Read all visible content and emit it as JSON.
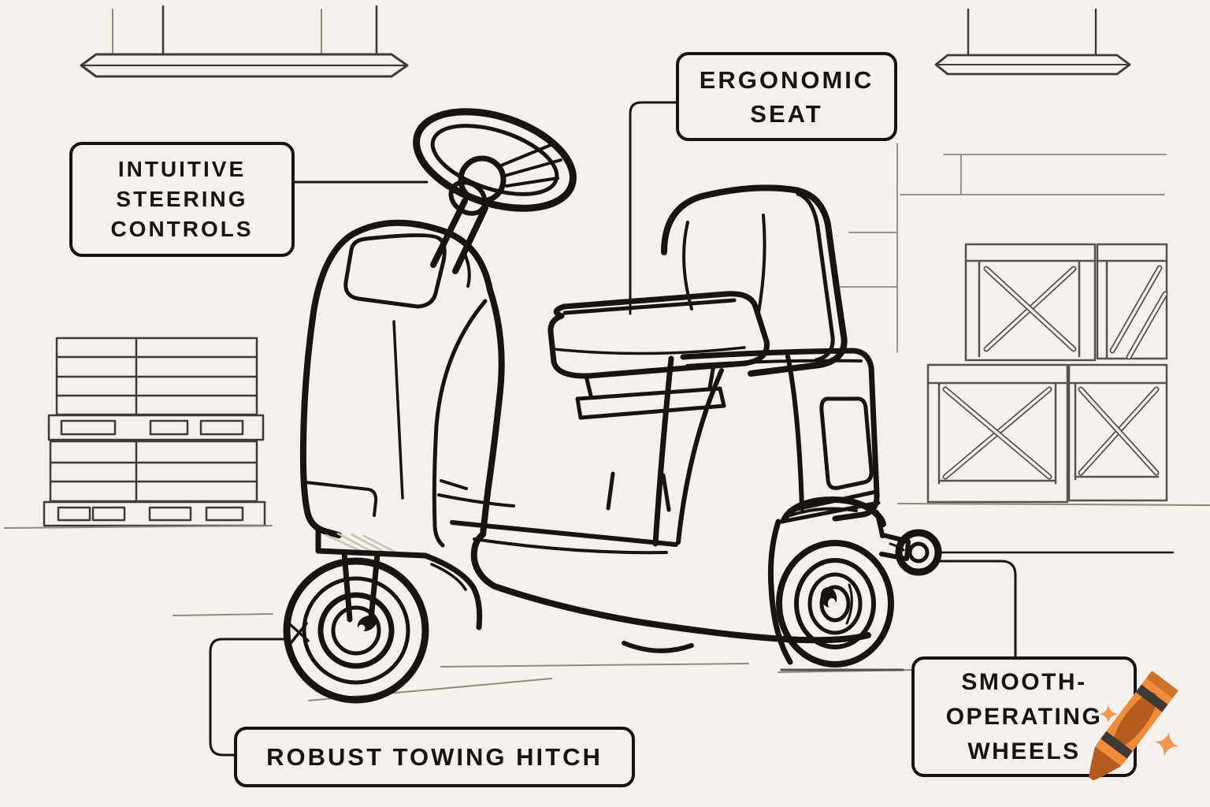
{
  "callouts": {
    "steering": {
      "label": "INTUITIVE\nSTEERING\nCONTROLS"
    },
    "seat": {
      "label": "ERGONOMIC\nSEAT"
    },
    "towing_hitch": {
      "label": "ROBUST TOWING HITCH"
    },
    "wheels": {
      "label": "SMOOTH-\nOPERATING\nWHEELS"
    }
  },
  "subject": {
    "vehicle": "warehouse-tow-tractor-line-art",
    "background_items": [
      "ceiling-light",
      "pallet-stack",
      "wooden-crates",
      "shelf-lines",
      "ground-lines"
    ]
  },
  "watermark": {
    "icon": "crayon-icon",
    "sparkle_count": 2
  },
  "colors": {
    "background": "#f4f1ec",
    "ink": "#181511",
    "soft_ink": "#3f3b36",
    "mid_ink": "#56524c",
    "faint_ink": "#8e897f",
    "hatch": "#c9c4ba",
    "crayon_orange": "#ee8c3c",
    "crayon_burnt": "#b35c1e",
    "crayon_end": "#cd7226",
    "crayon_stripe": "#403b36",
    "sparkle": "#f0964e"
  }
}
